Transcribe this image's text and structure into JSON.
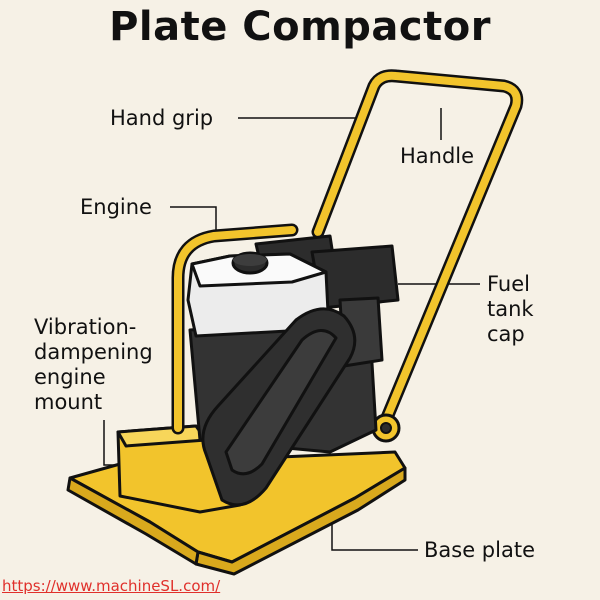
{
  "title": "Plate Compactor",
  "labels": {
    "hand_grip": "Hand grip",
    "handle": "Handle",
    "engine": "Engine",
    "fuel_tank_cap": "Fuel\ntank\ncap",
    "engine_mount": "Vibration-\ndampening\nengine\nmount",
    "base_plate": "Base plate"
  },
  "source_link": "https://www.machineSL.com/",
  "colors": {
    "background": "#f6f1e6",
    "machine_yellow": "#f2c42c",
    "engine_dark": "#2c2c2c",
    "tank_white": "#ececec",
    "outline": "#111111",
    "link": "#e0302b"
  }
}
